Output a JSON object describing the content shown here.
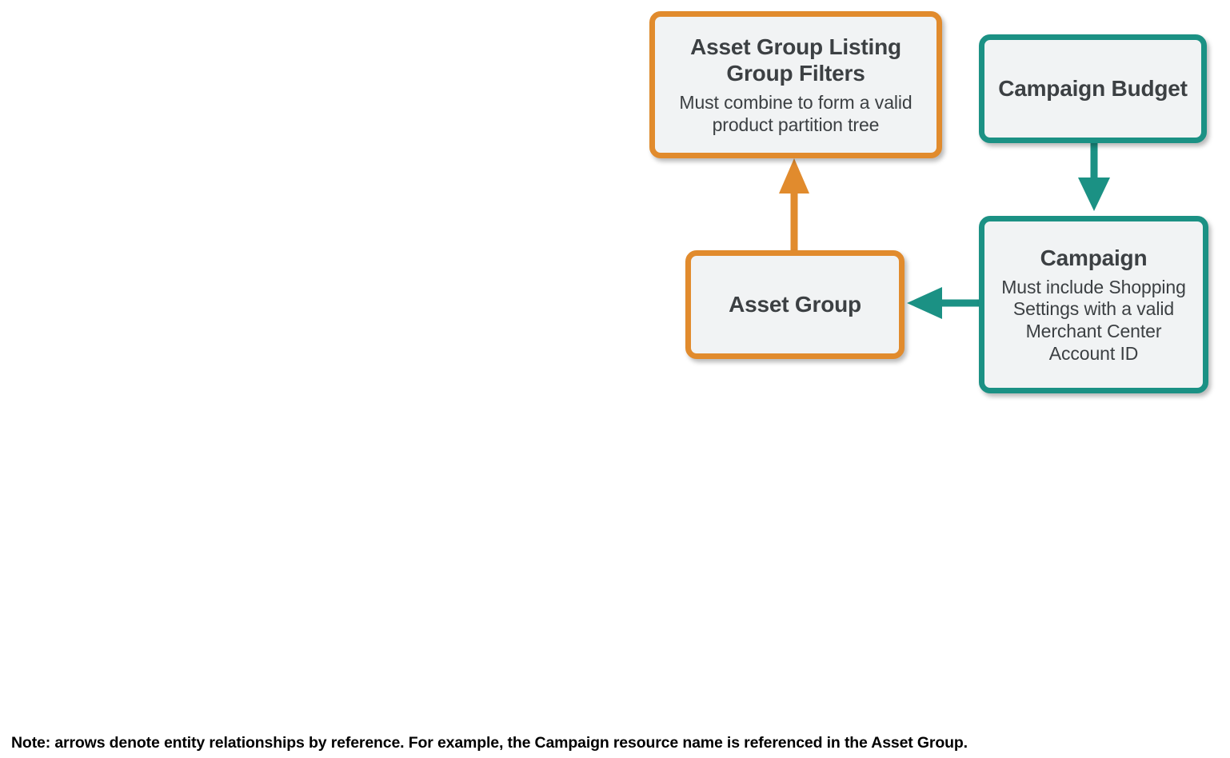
{
  "diagram": {
    "colors": {
      "orange": "#e18b2d",
      "teal": "#1b9184",
      "node_fill": "#f1f3f4",
      "text": "#3c4043",
      "footnote_text": "#000000",
      "background": "#ffffff"
    },
    "nodes": [
      {
        "id": "asset-group-listing-group-filters",
        "title": "Asset Group Listing Group Filters",
        "subtitle": "Must combine to form a valid product partition tree",
        "color": "orange"
      },
      {
        "id": "asset-group",
        "title": "Asset Group",
        "subtitle": "",
        "color": "orange"
      },
      {
        "id": "campaign-budget",
        "title": "Campaign Budget",
        "subtitle": "",
        "color": "teal"
      },
      {
        "id": "campaign",
        "title": "Campaign",
        "subtitle": "Must include Shopping Settings with a valid Merchant Center Account ID",
        "color": "teal"
      }
    ],
    "edges": [
      {
        "id": "asset-group-to-listing-group-filters",
        "from": "asset-group",
        "to": "asset-group-listing-group-filters",
        "direction": "up",
        "color": "orange"
      },
      {
        "id": "campaign-budget-to-campaign",
        "from": "campaign-budget",
        "to": "campaign",
        "direction": "down",
        "color": "teal"
      },
      {
        "id": "campaign-to-asset-group",
        "from": "campaign",
        "to": "asset-group",
        "direction": "left",
        "color": "teal"
      }
    ],
    "footnote": "Note: arrows denote entity relationships by reference. For example, the Campaign resource name is referenced in the Asset Group."
  }
}
